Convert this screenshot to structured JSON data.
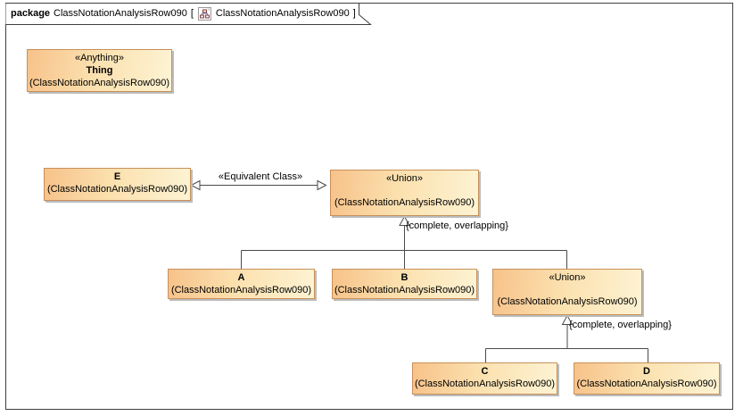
{
  "frame": {
    "keyword": "package",
    "package_name": "ClassNotationAnalysisRow090",
    "open_bracket": "[",
    "diagram_name": "ClassNotationAnalysisRow090",
    "close_bracket": "]"
  },
  "nodes": {
    "thing": {
      "stereotype": "«Anything»",
      "name": "Thing",
      "qualifier": "(ClassNotationAnalysisRow090)"
    },
    "e": {
      "name": "E",
      "qualifier": "(ClassNotationAnalysisRow090)"
    },
    "union1": {
      "stereotype": "«Union»",
      "qualifier": "(ClassNotationAnalysisRow090)"
    },
    "a": {
      "name": "A",
      "qualifier": "(ClassNotationAnalysisRow090)"
    },
    "b": {
      "name": "B",
      "qualifier": "(ClassNotationAnalysisRow090)"
    },
    "union2": {
      "stereotype": "«Union»",
      "qualifier": "(ClassNotationAnalysisRow090)"
    },
    "c": {
      "name": "C",
      "qualifier": "(ClassNotationAnalysisRow090)"
    },
    "d": {
      "name": "D",
      "qualifier": "(ClassNotationAnalysisRow090)"
    }
  },
  "edges": {
    "equivalent_class_label": "«Equivalent Class»",
    "generalization1_constraint": "{complete, overlapping}",
    "generalization2_constraint": "{complete, overlapping}"
  },
  "colors": {
    "box_fill_left": "#f7c28a",
    "box_fill_right": "#fdf3d3",
    "box_border": "#c79059",
    "connector": "#4a4a4a",
    "frame_border": "#3f3f3f",
    "shadow": "#bcbcbc"
  }
}
